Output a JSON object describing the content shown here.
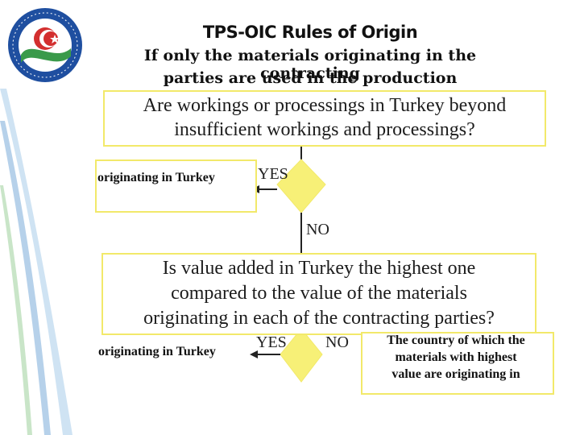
{
  "title": {
    "line1": "TPS-OIC Rules of Origin",
    "line2": "If only the materials originating in the contracting",
    "line3": "parties are used in the production"
  },
  "question1": {
    "line1": "Are workings or processings in Turkey beyond",
    "line2": "insufficient workings and processings?"
  },
  "result1": "originating in Turkey",
  "yes1": "YES",
  "no1": "NO",
  "question2": {
    "line1": "Is value added in Turkey the highest one",
    "line2": "compared to the value of the materials",
    "line3": "originating in each of the contracting parties?"
  },
  "result2": "originating in Turkey",
  "yes2": "YES",
  "no2": "NO",
  "result3": {
    "line1": "The country of which the",
    "line2": "materials with highest",
    "line3": "value are originating in"
  },
  "colors": {
    "diamond": "#f7f077",
    "box_border": "#f2e96a",
    "logo_blue": "#1f4fa0",
    "logo_green": "#3a9a4a",
    "swoosh_blue": "#2f7cc4",
    "swoosh_green": "#4ca84a"
  },
  "logo_icon": "ministry-seal-icon"
}
